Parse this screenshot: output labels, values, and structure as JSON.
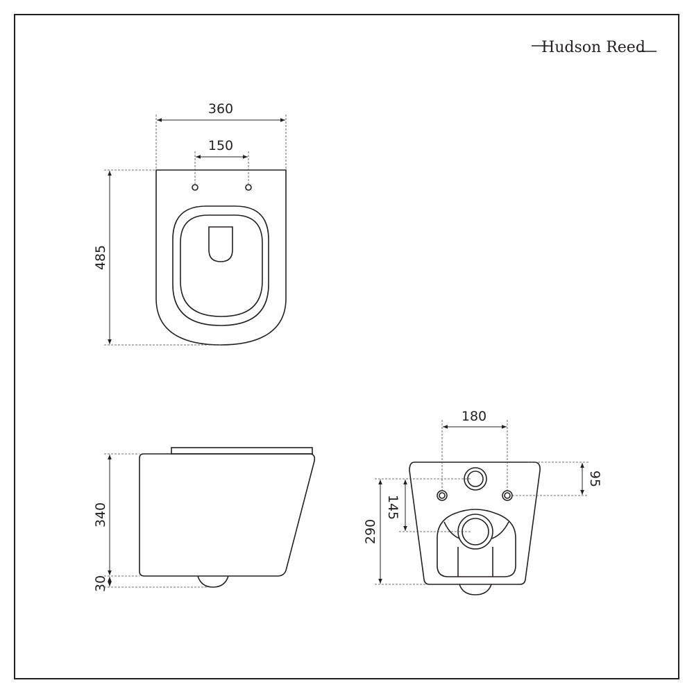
{
  "brand": {
    "logo_text": "Hudson Reed"
  },
  "top_view": {
    "overall_width": "360",
    "fixing_centres": "150",
    "projection": "485"
  },
  "side_view": {
    "height": "340",
    "outlet_height": "30"
  },
  "back_view": {
    "fixing_centres": "180",
    "fixing_height": "95",
    "inlet_to_outlet": "145",
    "inlet_height": "290"
  },
  "colors": {
    "line": "#231f20",
    "border": "#231f20",
    "background": "#ffffff"
  }
}
